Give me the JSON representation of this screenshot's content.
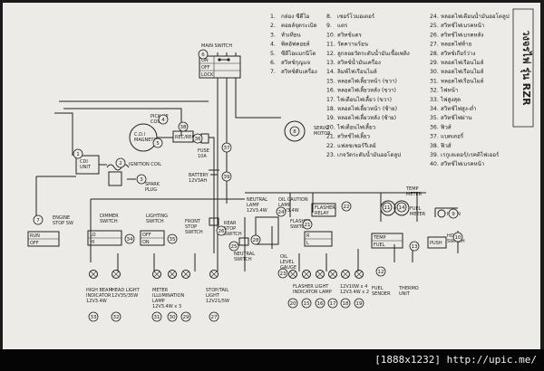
{
  "footer": {
    "text": "[1888x1232] http://upic.me/"
  },
  "title_side": "วงจรไฟ รุ่น RZR",
  "legend": {
    "col1": [
      {
        "n": "1.",
        "t": "กล่อง ซีดีไอ"
      },
      {
        "n": "2.",
        "t": "คอยล์จุดระเบิด"
      },
      {
        "n": "3.",
        "t": "หัวเทียน"
      },
      {
        "n": "4.",
        "t": "พิคอัฟคอยล์"
      },
      {
        "n": "5.",
        "t": "ซีดีไอแมกนีโต"
      },
      {
        "n": "6.",
        "t": "สวิทช์กุญแจ"
      },
      {
        "n": "7.",
        "t": "สวิทช์ดับเครื่อง"
      }
    ],
    "col2": [
      {
        "n": "8.",
        "t": "เซอร์โวมอเตอร์"
      },
      {
        "n": "9.",
        "t": "แตร"
      },
      {
        "n": "10.",
        "t": "สวิทช์แตร"
      },
      {
        "n": "11.",
        "t": "วัดความร้อน"
      },
      {
        "n": "12.",
        "t": "ลูกลอยวัดระดับน้ำมันเชื้อเพลิง"
      },
      {
        "n": "13.",
        "t": "สวิทช์น้ำมันเครื่อง"
      },
      {
        "n": "14.",
        "t": "ลิมพ์ไฟเรือนไมล์"
      },
      {
        "n": "15.",
        "t": "หลอดไฟเลี้ยวหน้า (ขวา)"
      },
      {
        "n": "16.",
        "t": "หลอดไฟเลี้ยวหลัง (ขวา)"
      },
      {
        "n": "17.",
        "t": "ไฟเตือนไฟเลี้ยว (ขวา)"
      },
      {
        "n": "18.",
        "t": "หลอดไฟเลี้ยวหน้า (ซ้าย)"
      },
      {
        "n": "19.",
        "t": "หลอดไฟเลี้ยวหลัง (ซ้าย)"
      },
      {
        "n": "20.",
        "t": "ไฟเตือนไฟเลี้ยว"
      },
      {
        "n": "21.",
        "t": "สวิทช์ไฟเลี้ยว"
      },
      {
        "n": "22.",
        "t": "แฟลชเชอร์รีเลย์"
      },
      {
        "n": "23.",
        "t": "เกจวัดระดับน้ำมันออโตลูป"
      }
    ],
    "col3": [
      {
        "n": "24.",
        "t": "หลอดไฟเตือนน้ำมันออโตลูป"
      },
      {
        "n": "25.",
        "t": "สวิทช์ไฟเบรคหน้า"
      },
      {
        "n": "26.",
        "t": "สวิทช์ไฟเบรคหลัง"
      },
      {
        "n": "27.",
        "t": "หลอดไฟท้าย"
      },
      {
        "n": "28.",
        "t": "สวิทช์เกียร์ว่าง"
      },
      {
        "n": "29.",
        "t": "หลอดไฟเรือนไมล์"
      },
      {
        "n": "30.",
        "t": "หลอดไฟเรือนไมล์"
      },
      {
        "n": "31.",
        "t": "หลอดไฟเรือนไมล์"
      },
      {
        "n": "32.",
        "t": "ไฟหน้า"
      },
      {
        "n": "33.",
        "t": "ไฟสูงสุด"
      },
      {
        "n": "34.",
        "t": "สวิทช์ไฟสูง-ต่ำ"
      },
      {
        "n": "35.",
        "t": "สวิทช์ไฟผ่าน"
      },
      {
        "n": "36.",
        "t": "ฟิวส์"
      },
      {
        "n": "37.",
        "t": "แบตเตอรี่"
      },
      {
        "n": "38.",
        "t": "ฟิวส์"
      },
      {
        "n": "39.",
        "t": "เรกูเลเตอร์/เรคติไฟเออร์"
      },
      {
        "n": "40.",
        "t": "สวิทช์ไฟเบรคหน้า"
      }
    ]
  },
  "labels": {
    "main_switch": "MAIN SWITCH",
    "ms_on": "ON",
    "ms_off": "OFF",
    "ms_lock": "LOCK",
    "pickup_coil": "PICK UP\nCOIL",
    "cdi_magneto": "C.D.I\nMAGNETO",
    "rec_reg": "REC/REG",
    "fuse": "FUSE\n10A",
    "battery": "BATTERY\n12V3AH",
    "servo_motor": "SERVO\nMOTOR",
    "cdi_unit": "CDI\nUNIT",
    "ignition_coil": "IGNITION COIL",
    "spark_plug": "SPARK\nPLUG",
    "engine_stop_sw": "ENGINE\nSTOP SW",
    "run": "RUN",
    "off": "OFF",
    "dimmer_switch": "DIMMER\nSWITCH",
    "lighting_switch": "LIGHTING\nSWITCH",
    "front_stop": "FRONT\nSTOP\nSWITCH",
    "rear_stop": "REAR\nSTOP\nSWITCH",
    "neutral_lamp": "NEUTRAL\nLAMP\n12V3.4W",
    "oil_caution": "OIL CAUTION\nLAMP\n12V3.4W",
    "flasher_switch": "FLASHER\nSWITCH",
    "flasher_relay": "FLASHER\nRELAY",
    "temp_meter": "TEMP\nMETER",
    "fuel_meter": "FUEL\nMETER",
    "horn": "HORN",
    "horn_switch": "HORN\nSWITCH",
    "neutral_switch": "NEUTRAL\nSWITCH",
    "oil_level_gauge": "OIL\nLEVEL\nGAUGE",
    "hb_indicator": "HIGH BEAM\nINDICATOR\n12V3.4W",
    "headlight": "HEAD LIGHT\n12V35/35W",
    "meter_illum": "METER\nILLUMINATION\nLAMP\n12V3.4W x 3",
    "stop_tail": "STOP/TAIL\nLIGHT\n12V21/5W",
    "flasher_lights": "FLASHER LIGHT\nINDICATOR LAMP",
    "flasher_watts": "12V10W x 4\n12V3.4W x 2",
    "fuel_sender": "FUEL\nSENDER",
    "thermo_unit": "THERMO\nUNIT",
    "lo": "LO",
    "hi": "HI",
    "sw_off": "OFF",
    "sw_on": "ON",
    "r": "R",
    "l": "L",
    "push": "PUSH",
    "temp": "TEMP",
    "fuel": "FUEL"
  },
  "callouts": [
    "1",
    "2",
    "3",
    "4",
    "5",
    "6",
    "7",
    "8",
    "9",
    "10",
    "11",
    "12",
    "13",
    "14",
    "15",
    "16",
    "17",
    "18",
    "19",
    "20",
    "21",
    "22",
    "23",
    "24",
    "25",
    "26",
    "27",
    "28",
    "29",
    "30",
    "31",
    "32",
    "33",
    "34",
    "35",
    "36",
    "37",
    "38",
    "39"
  ]
}
